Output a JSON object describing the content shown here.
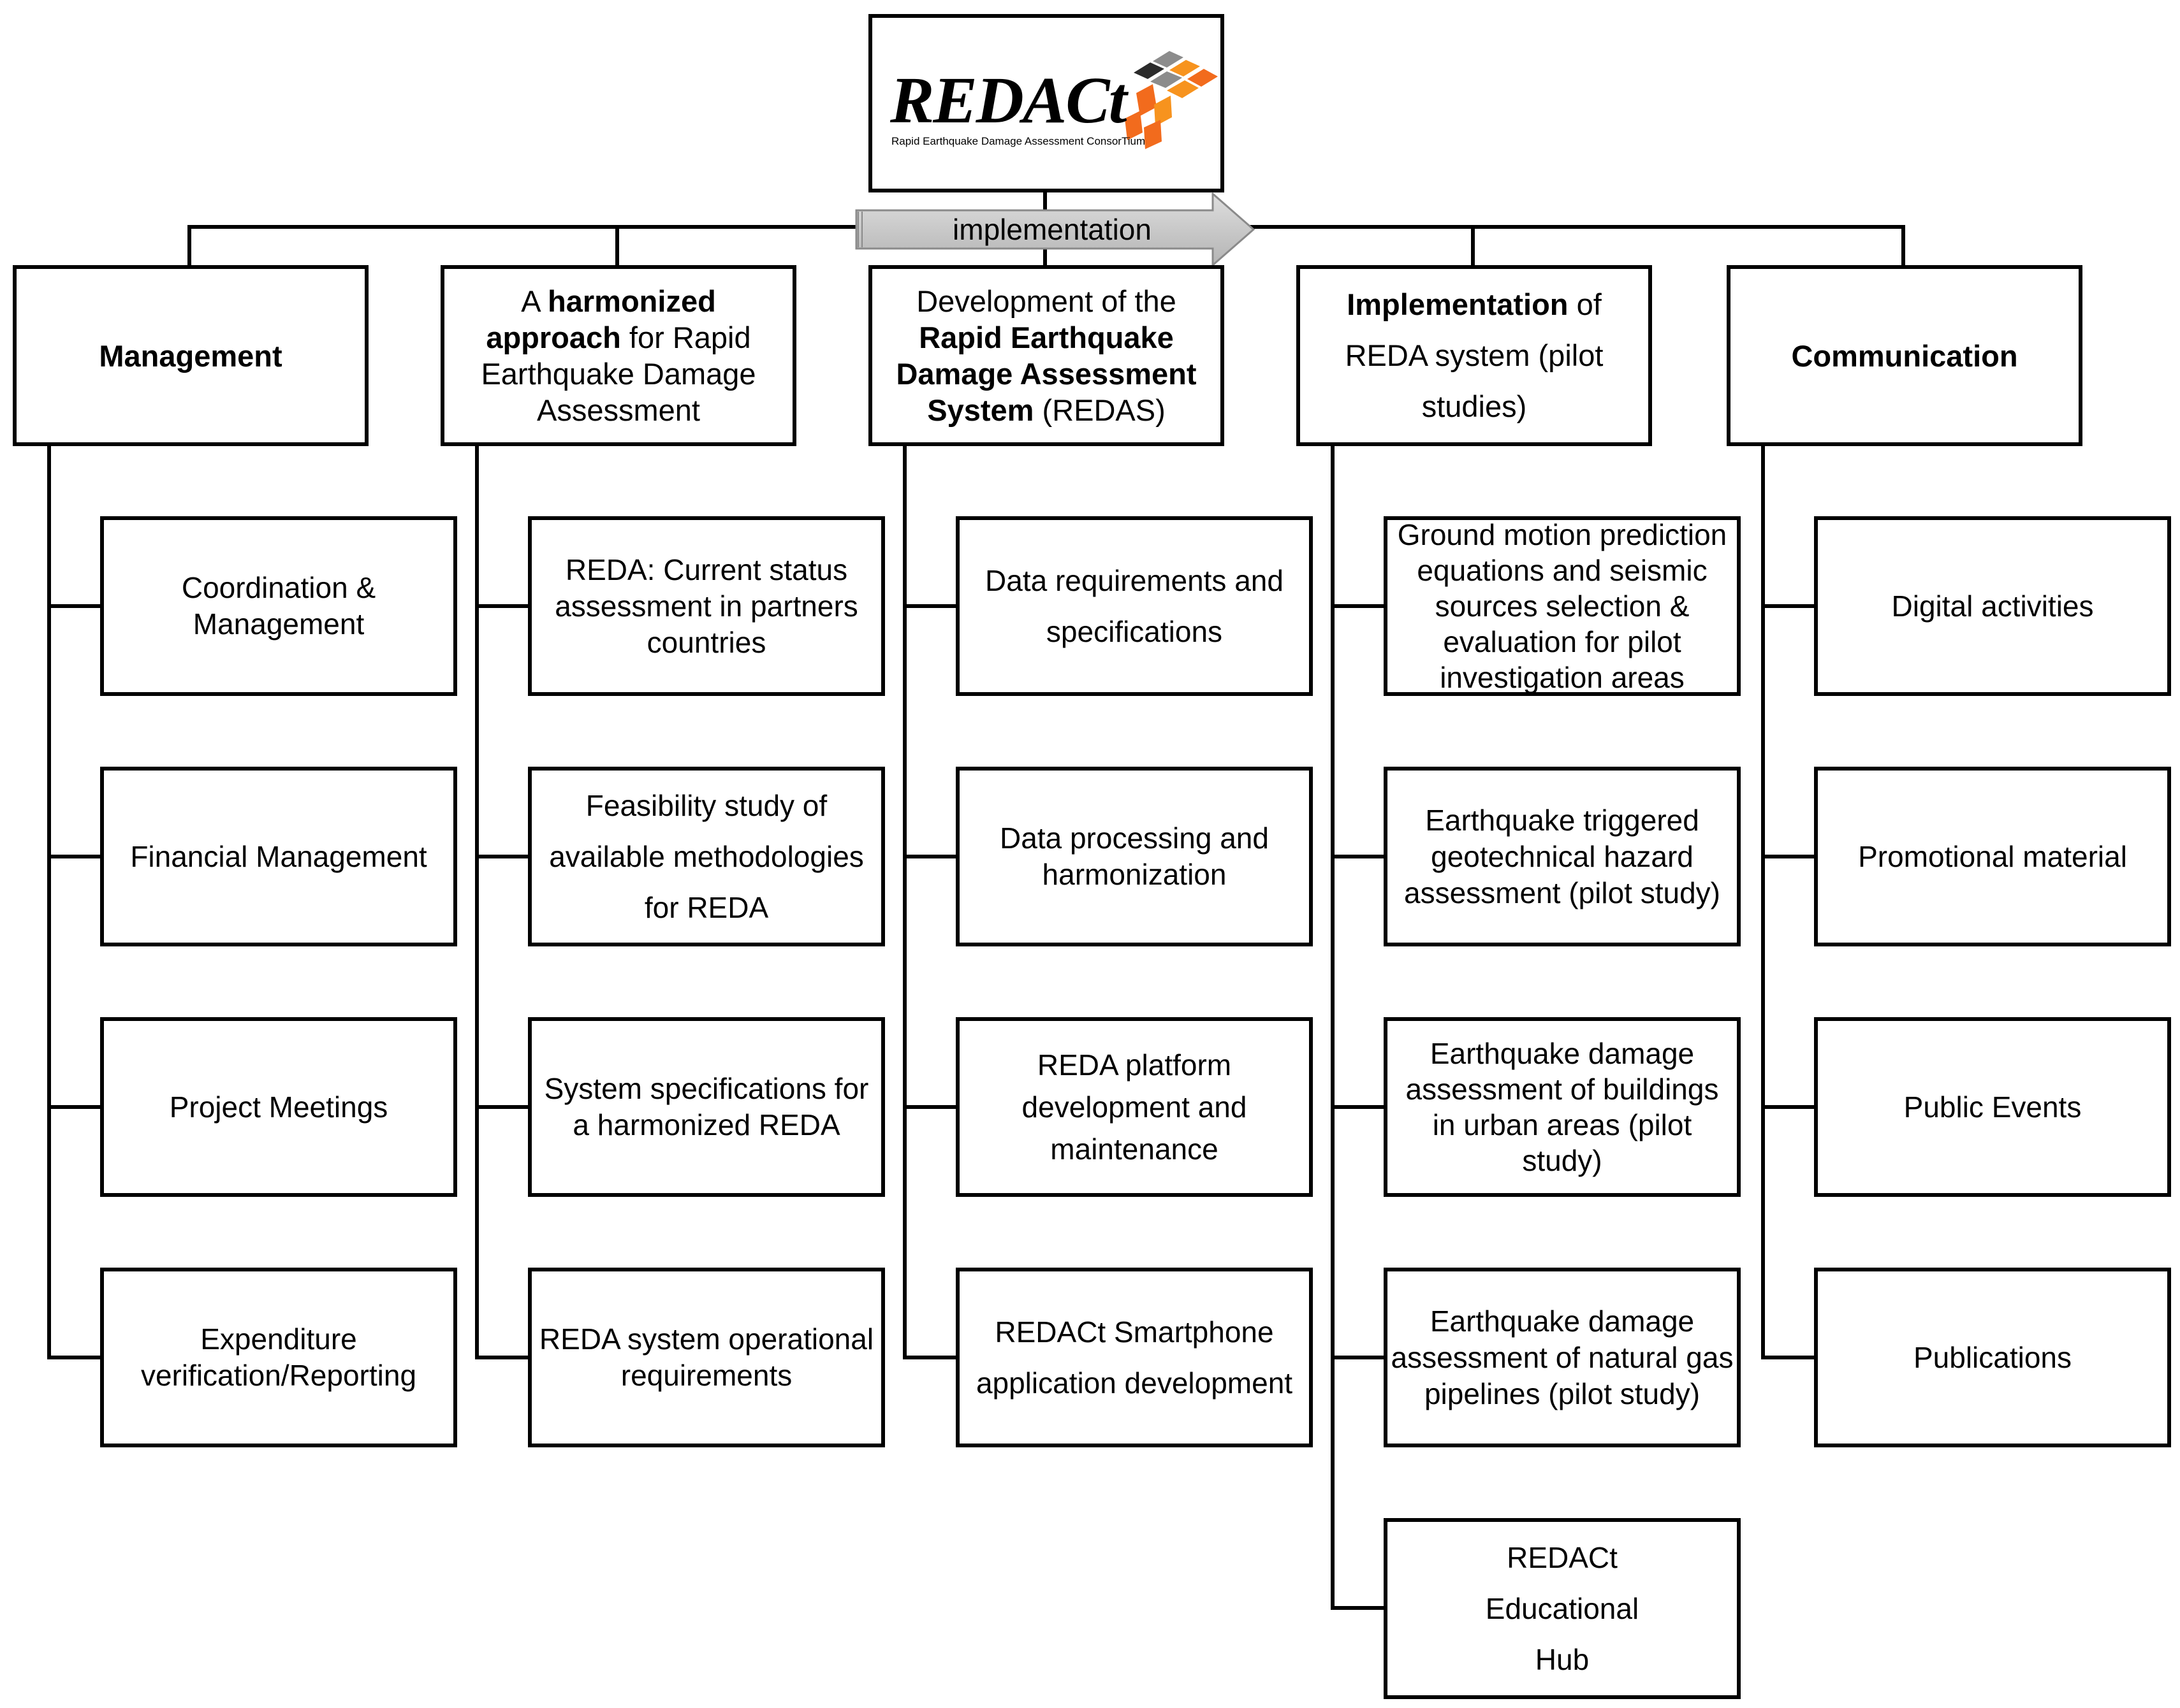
{
  "logo": {
    "wordmark": "REDACt",
    "tagline": "Rapid Earthquake Damage Assessment ConsorTium",
    "colors": [
      "#2b2b2b",
      "#8c8c8c",
      "#f26b1d",
      "#f7931e"
    ]
  },
  "arrow": {
    "label": "implementation",
    "fill_color": "#c8c8c8"
  },
  "columns": [
    {
      "title": "Management",
      "items": [
        "Coordination & Management",
        "Financial Management",
        "Project Meetings",
        "Expenditure verification/Reporting"
      ]
    },
    {
      "title": "A harmonized approach for Rapid Earthquake Damage Assessment",
      "items": [
        "REDA: Current status assessment in partners countries",
        "Feasibility study of available methodologies for REDA",
        "System specifications for a harmonized REDA",
        "REDA system operational requirements"
      ]
    },
    {
      "title": "Development of the Rapid Earthquake Damage Assessment System (REDAS)",
      "items": [
        "Data requirements and specifications",
        "Data processing and harmonization",
        "REDA platform development and maintenance",
        "REDACt Smartphone application development"
      ]
    },
    {
      "title": "Implementation of REDA system (pilot studies)",
      "items": [
        "Ground motion prediction equations and seismic sources selection & evaluation for pilot investigation areas",
        "Earthquake triggered geotechnical hazard assessment (pilot study)",
        "Earthquake damage assessment of buildings in urban areas (pilot study)",
        "Earthquake damage assessment of natural gas pipelines (pilot study)",
        "REDACt Educational Hub"
      ]
    },
    {
      "title": "Communication",
      "items": [
        "Digital activities",
        "Promotional material",
        "Public Events",
        "Publications"
      ]
    }
  ]
}
